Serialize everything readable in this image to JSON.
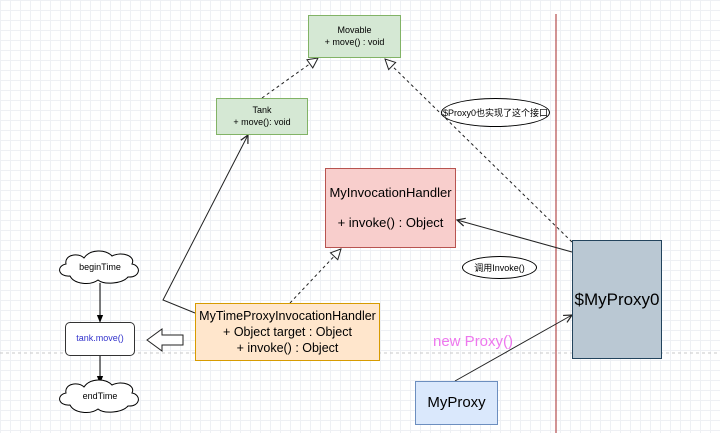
{
  "nodes": {
    "movable": {
      "title": "Movable",
      "method": "+ move() : void"
    },
    "tank": {
      "title": "Tank",
      "method": "+ move(): void"
    },
    "handler": {
      "title": "MyInvocationHandler",
      "method": "+ invoke() : Object"
    },
    "time_handler": {
      "title": "MyTimeProxyInvocationHandler",
      "field": "+ Object target : Object",
      "method": "+ invoke() : Object"
    },
    "proxy0": {
      "title": "$MyProxy0"
    },
    "myproxy": {
      "title": "MyProxy"
    },
    "begin_time": {
      "title": "beginTime"
    },
    "tank_move": {
      "title": "tank.move()"
    },
    "end_time": {
      "title": "endTime"
    }
  },
  "labels": {
    "proxy0_implements": "$Proxy0也实现了这个接口",
    "calls_invoke": "调用Invoke()",
    "new_proxy": "new Proxy()"
  },
  "colors": {
    "new_proxy_text": "#ee77ee",
    "vertical_line": "#a52a2a",
    "edge": "#222222"
  }
}
